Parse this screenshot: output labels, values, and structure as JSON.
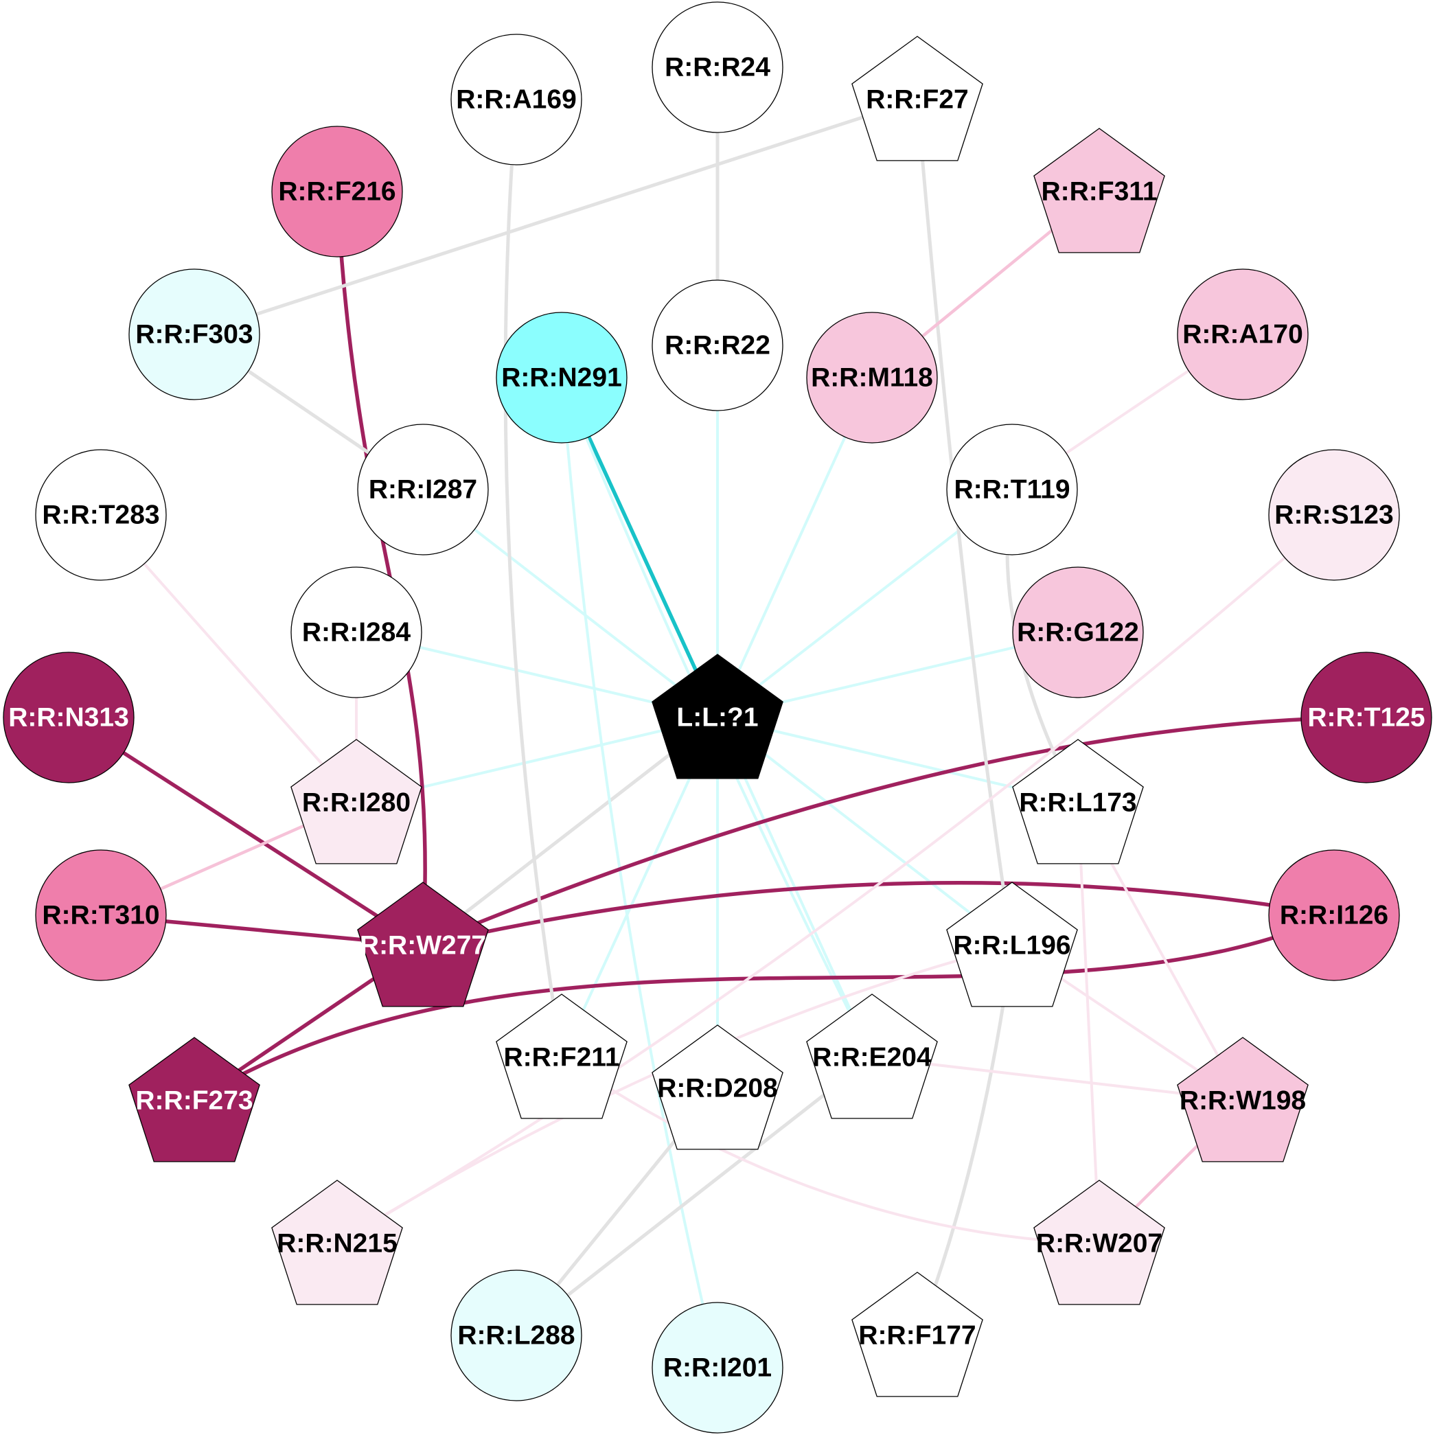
{
  "colors": {
    "white": "#ffffff",
    "black": "#000000",
    "cyan": "#8bfefe",
    "cyan_pale": "#e6fdfd",
    "pink_pale": "#faeaf2",
    "pink_light": "#f7c6dc",
    "pink_mid": "#ef7eab",
    "crimson": "#a0215e"
  },
  "edge_colors": {
    "crimson": "#a0215e",
    "teal": "#18c2c8",
    "cyan_light": "#d2fbfb",
    "gray": "#e2e2e2",
    "pink": "#f6c2d8",
    "pink_faint": "#f9e4ee"
  },
  "nodes": [
    {
      "id": "L:L:?1",
      "label": "L:L:?1",
      "shape": "pentagon",
      "fill": "black",
      "text": "white"
    },
    {
      "id": "R:R:A169",
      "label": "R:R:A169",
      "shape": "circle",
      "fill": "white",
      "text": "black"
    },
    {
      "id": "R:R:R24",
      "label": "R:R:R24",
      "shape": "circle",
      "fill": "white",
      "text": "black"
    },
    {
      "id": "R:R:F27",
      "label": "R:R:F27",
      "shape": "pentagon",
      "fill": "white",
      "text": "black"
    },
    {
      "id": "R:R:F216",
      "label": "R:R:F216",
      "shape": "circle",
      "fill": "pink_mid",
      "text": "black"
    },
    {
      "id": "R:R:F311",
      "label": "R:R:F311",
      "shape": "pentagon",
      "fill": "pink_light",
      "text": "black"
    },
    {
      "id": "R:R:F303",
      "label": "R:R:F303",
      "shape": "circle",
      "fill": "cyan_pale",
      "text": "black"
    },
    {
      "id": "R:R:N291",
      "label": "R:R:N291",
      "shape": "circle",
      "fill": "cyan",
      "text": "black"
    },
    {
      "id": "R:R:R22",
      "label": "R:R:R22",
      "shape": "circle",
      "fill": "white",
      "text": "black"
    },
    {
      "id": "R:R:M118",
      "label": "R:R:M118",
      "shape": "circle",
      "fill": "pink_light",
      "text": "black"
    },
    {
      "id": "R:R:A170",
      "label": "R:R:A170",
      "shape": "circle",
      "fill": "pink_light",
      "text": "black"
    },
    {
      "id": "R:R:T283",
      "label": "R:R:T283",
      "shape": "circle",
      "fill": "white",
      "text": "black"
    },
    {
      "id": "R:R:I287",
      "label": "R:R:I287",
      "shape": "circle",
      "fill": "white",
      "text": "black"
    },
    {
      "id": "R:R:T119",
      "label": "R:R:T119",
      "shape": "circle",
      "fill": "white",
      "text": "black"
    },
    {
      "id": "R:R:S123",
      "label": "R:R:S123",
      "shape": "circle",
      "fill": "pink_pale",
      "text": "black"
    },
    {
      "id": "R:R:I284",
      "label": "R:R:I284",
      "shape": "circle",
      "fill": "white",
      "text": "black"
    },
    {
      "id": "R:R:G122",
      "label": "R:R:G122",
      "shape": "circle",
      "fill": "pink_light",
      "text": "black"
    },
    {
      "id": "R:R:N313",
      "label": "R:R:N313",
      "shape": "circle",
      "fill": "crimson",
      "text": "white"
    },
    {
      "id": "R:R:T125",
      "label": "R:R:T125",
      "shape": "circle",
      "fill": "crimson",
      "text": "white"
    },
    {
      "id": "R:R:I280",
      "label": "R:R:I280",
      "shape": "pentagon",
      "fill": "pink_pale",
      "text": "black"
    },
    {
      "id": "R:R:L173",
      "label": "R:R:L173",
      "shape": "pentagon",
      "fill": "white",
      "text": "black"
    },
    {
      "id": "R:R:T310",
      "label": "R:R:T310",
      "shape": "circle",
      "fill": "pink_mid",
      "text": "black"
    },
    {
      "id": "R:R:W277",
      "label": "R:R:W277",
      "shape": "pentagon",
      "fill": "crimson",
      "text": "white"
    },
    {
      "id": "R:R:L196",
      "label": "R:R:L196",
      "shape": "pentagon",
      "fill": "white",
      "text": "black"
    },
    {
      "id": "R:R:I126",
      "label": "R:R:I126",
      "shape": "circle",
      "fill": "pink_mid",
      "text": "black"
    },
    {
      "id": "R:R:F273",
      "label": "R:R:F273",
      "shape": "pentagon",
      "fill": "crimson",
      "text": "white"
    },
    {
      "id": "R:R:F211",
      "label": "R:R:F211",
      "shape": "pentagon",
      "fill": "white",
      "text": "black"
    },
    {
      "id": "R:R:D208",
      "label": "R:R:D208",
      "shape": "pentagon",
      "fill": "white",
      "text": "black"
    },
    {
      "id": "R:R:E204",
      "label": "R:R:E204",
      "shape": "pentagon",
      "fill": "white",
      "text": "black"
    },
    {
      "id": "R:R:W198",
      "label": "R:R:W198",
      "shape": "pentagon",
      "fill": "pink_light",
      "text": "black"
    },
    {
      "id": "R:R:N215",
      "label": "R:R:N215",
      "shape": "pentagon",
      "fill": "pink_pale",
      "text": "black"
    },
    {
      "id": "R:R:W207",
      "label": "R:R:W207",
      "shape": "pentagon",
      "fill": "pink_pale",
      "text": "black"
    },
    {
      "id": "R:R:L288",
      "label": "R:R:L288",
      "shape": "circle",
      "fill": "cyan_pale",
      "text": "black"
    },
    {
      "id": "R:R:I201",
      "label": "R:R:I201",
      "shape": "circle",
      "fill": "cyan_pale",
      "text": "black"
    },
    {
      "id": "R:R:F177",
      "label": "R:R:F177",
      "shape": "pentagon",
      "fill": "white",
      "text": "black"
    }
  ],
  "edges": [
    {
      "source": "L:L:?1",
      "target": "R:R:N291",
      "color": "teal"
    },
    {
      "source": "L:L:?1",
      "target": "R:R:R22",
      "color": "cyan_light"
    },
    {
      "source": "L:L:?1",
      "target": "R:R:M118",
      "color": "cyan_light"
    },
    {
      "source": "L:L:?1",
      "target": "R:R:T119",
      "color": "cyan_light"
    },
    {
      "source": "L:L:?1",
      "target": "R:R:G122",
      "color": "cyan_light"
    },
    {
      "source": "L:L:?1",
      "target": "R:R:I287",
      "color": "cyan_light"
    },
    {
      "source": "L:L:?1",
      "target": "R:R:I284",
      "color": "cyan_light"
    },
    {
      "source": "L:L:?1",
      "target": "R:R:I280",
      "color": "cyan_light"
    },
    {
      "source": "L:L:?1",
      "target": "R:R:L173",
      "color": "cyan_light"
    },
    {
      "source": "L:L:?1",
      "target": "R:R:L196",
      "color": "cyan_light"
    },
    {
      "source": "L:L:?1",
      "target": "R:R:F211",
      "color": "cyan_light"
    },
    {
      "source": "L:L:?1",
      "target": "R:R:D208",
      "color": "cyan_light"
    },
    {
      "source": "L:L:?1",
      "target": "R:R:E204",
      "color": "cyan_light"
    },
    {
      "source": "L:L:?1",
      "target": "R:R:W277",
      "color": "gray"
    },
    {
      "source": "R:R:N291",
      "target": "R:R:I201",
      "color": "cyan_light"
    },
    {
      "source": "R:R:N291",
      "target": "R:R:E204",
      "color": "cyan_light"
    },
    {
      "source": "R:R:F216",
      "target": "R:R:W277",
      "color": "crimson"
    },
    {
      "source": "R:R:N313",
      "target": "R:R:W277",
      "color": "crimson"
    },
    {
      "source": "R:R:T310",
      "target": "R:R:W277",
      "color": "crimson"
    },
    {
      "source": "R:R:T125",
      "target": "R:R:W277",
      "color": "crimson"
    },
    {
      "source": "R:R:I126",
      "target": "R:R:W277",
      "color": "crimson"
    },
    {
      "source": "R:R:W277",
      "target": "R:R:F273",
      "color": "crimson"
    },
    {
      "source": "R:R:F273",
      "target": "R:R:I126",
      "color": "crimson"
    },
    {
      "source": "R:R:F27",
      "target": "R:R:F303",
      "color": "gray"
    },
    {
      "source": "R:R:F27",
      "target": "R:R:L196",
      "color": "gray"
    },
    {
      "source": "R:R:R24",
      "target": "R:R:R22",
      "color": "gray"
    },
    {
      "source": "R:R:A169",
      "target": "R:R:F211",
      "color": "gray"
    },
    {
      "source": "R:R:F303",
      "target": "R:R:I287",
      "color": "gray"
    },
    {
      "source": "R:R:T119",
      "target": "R:R:L173",
      "color": "gray"
    },
    {
      "source": "R:R:L196",
      "target": "R:R:F177",
      "color": "gray"
    },
    {
      "source": "R:R:D208",
      "target": "R:R:L288",
      "color": "gray"
    },
    {
      "source": "R:R:E204",
      "target": "R:R:L288",
      "color": "gray"
    },
    {
      "source": "R:R:F311",
      "target": "R:R:M118",
      "color": "pink"
    },
    {
      "source": "R:R:I280",
      "target": "R:R:T310",
      "color": "pink"
    },
    {
      "source": "R:R:W198",
      "target": "R:R:W207",
      "color": "pink"
    },
    {
      "source": "R:R:A170",
      "target": "R:R:T119",
      "color": "pink_faint"
    },
    {
      "source": "R:R:T283",
      "target": "R:R:I280",
      "color": "pink_faint"
    },
    {
      "source": "R:R:I284",
      "target": "R:R:I280",
      "color": "pink_faint"
    },
    {
      "source": "R:R:S123",
      "target": "R:R:N215",
      "color": "pink_faint"
    },
    {
      "source": "R:R:L173",
      "target": "R:R:W198",
      "color": "pink_faint"
    },
    {
      "source": "R:R:L173",
      "target": "R:R:W207",
      "color": "pink_faint"
    },
    {
      "source": "R:R:L196",
      "target": "R:R:W198",
      "color": "pink_faint"
    },
    {
      "source": "R:R:E204",
      "target": "R:R:W198",
      "color": "pink_faint"
    },
    {
      "source": "R:R:F211",
      "target": "R:R:W207",
      "color": "pink_faint"
    },
    {
      "source": "R:R:N215",
      "target": "R:R:L196",
      "color": "pink_faint"
    }
  ]
}
